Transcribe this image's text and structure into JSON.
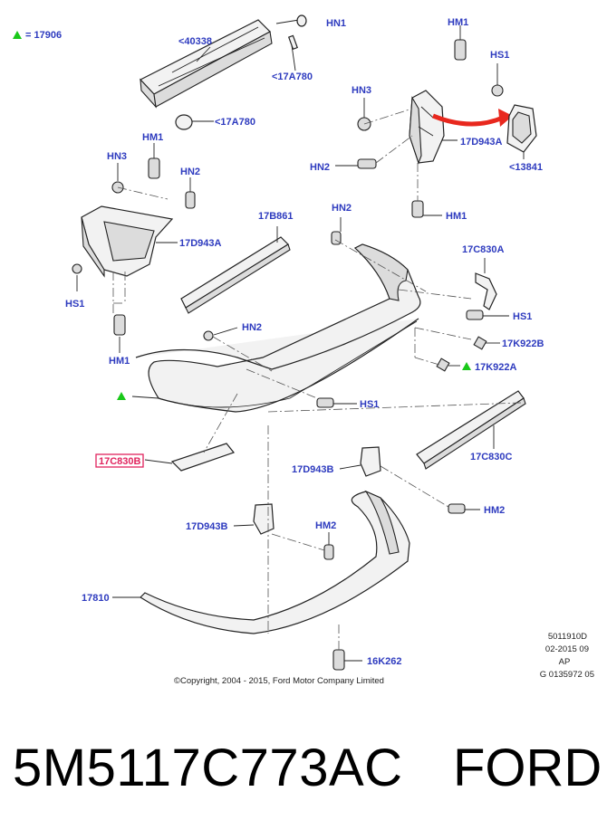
{
  "legend": {
    "symbol_color": "#19c819",
    "text": "= 17906"
  },
  "labels": {
    "hn1": "HN1",
    "hm1_top": "HM1",
    "n40338": "<40338",
    "hs1_top": "HS1",
    "n17a780_a": "<17A780",
    "hn3_right": "HN3",
    "n17a780_b": "<17A780",
    "n17d943a_right": "17D943A",
    "hm1_left": "HM1",
    "hn2_right": "HN2",
    "n13841": "<13841",
    "hn3_left": "HN3",
    "hn2_left": "HN2",
    "n17d943a_left": "17D943A",
    "hm1_mid": "HM1",
    "n17b861": "17B861",
    "hn2_mid": "HN2",
    "n17c830a": "17C830A",
    "hs1_left": "HS1",
    "hs1_right": "HS1",
    "hn2_lower": "HN2",
    "n17k922b": "17K922B",
    "hm1_low": "HM1",
    "n17k922a": "17K922A",
    "hs1_mid": "HS1",
    "n17c830b": "17C830B",
    "n17c830c": "17C830C",
    "n17d943b_right": "17D943B",
    "hm2_right": "HM2",
    "n17d943b_left": "17D943B",
    "hm2_left": "HM2",
    "n17810": "17810",
    "n16k262": "16K262"
  },
  "highlight_color": "#e0245e",
  "arrow_color": "#e8281e",
  "label_color": "#2e3bbf",
  "meta": {
    "code": "5011910D",
    "date": "02-2015 09",
    "region": "AP",
    "ref": "G 0135972 05"
  },
  "copyright": "©Copyright, 2004 - 2015, Ford Motor Company Limited",
  "footer": {
    "part_number": "5M5117C773AC",
    "brand": "FORD"
  }
}
